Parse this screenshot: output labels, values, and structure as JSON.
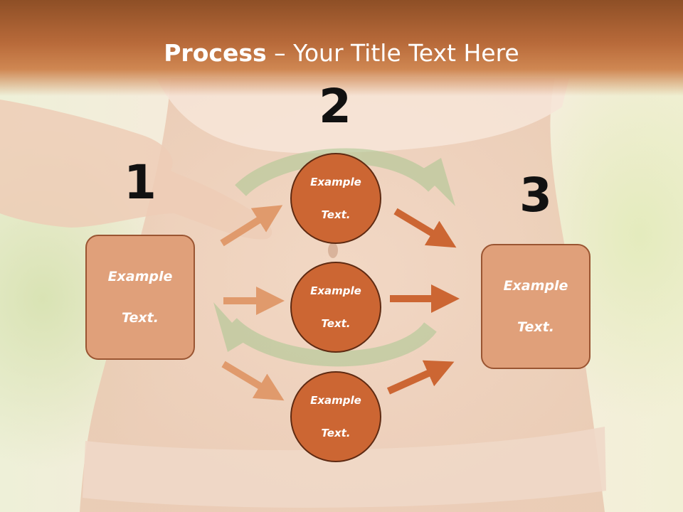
{
  "title": {
    "bold": "Process",
    "rest": " – Your Title Text Here"
  },
  "steps": {
    "step1_number": "1",
    "step2_number": "2",
    "step3_number": "3"
  },
  "nodes": {
    "box_left": [
      "Example",
      "Text."
    ],
    "circle_top": [
      "Example",
      "Text."
    ],
    "circle_middle": [
      "Example",
      "Text."
    ],
    "circle_bottom": [
      "Example",
      "Text."
    ],
    "box_right": [
      "Example",
      "Text."
    ]
  },
  "colors": {
    "header_dark": "#8e4f26",
    "box_fill": "#e0a07a",
    "box_border": "#9a5532",
    "circle_fill": "#cc6633",
    "circle_border": "#5e2a12",
    "arrow_light": "#e09a6c",
    "arrow_dark": "#cc6633",
    "cycle_arrow": "#a8c690"
  }
}
